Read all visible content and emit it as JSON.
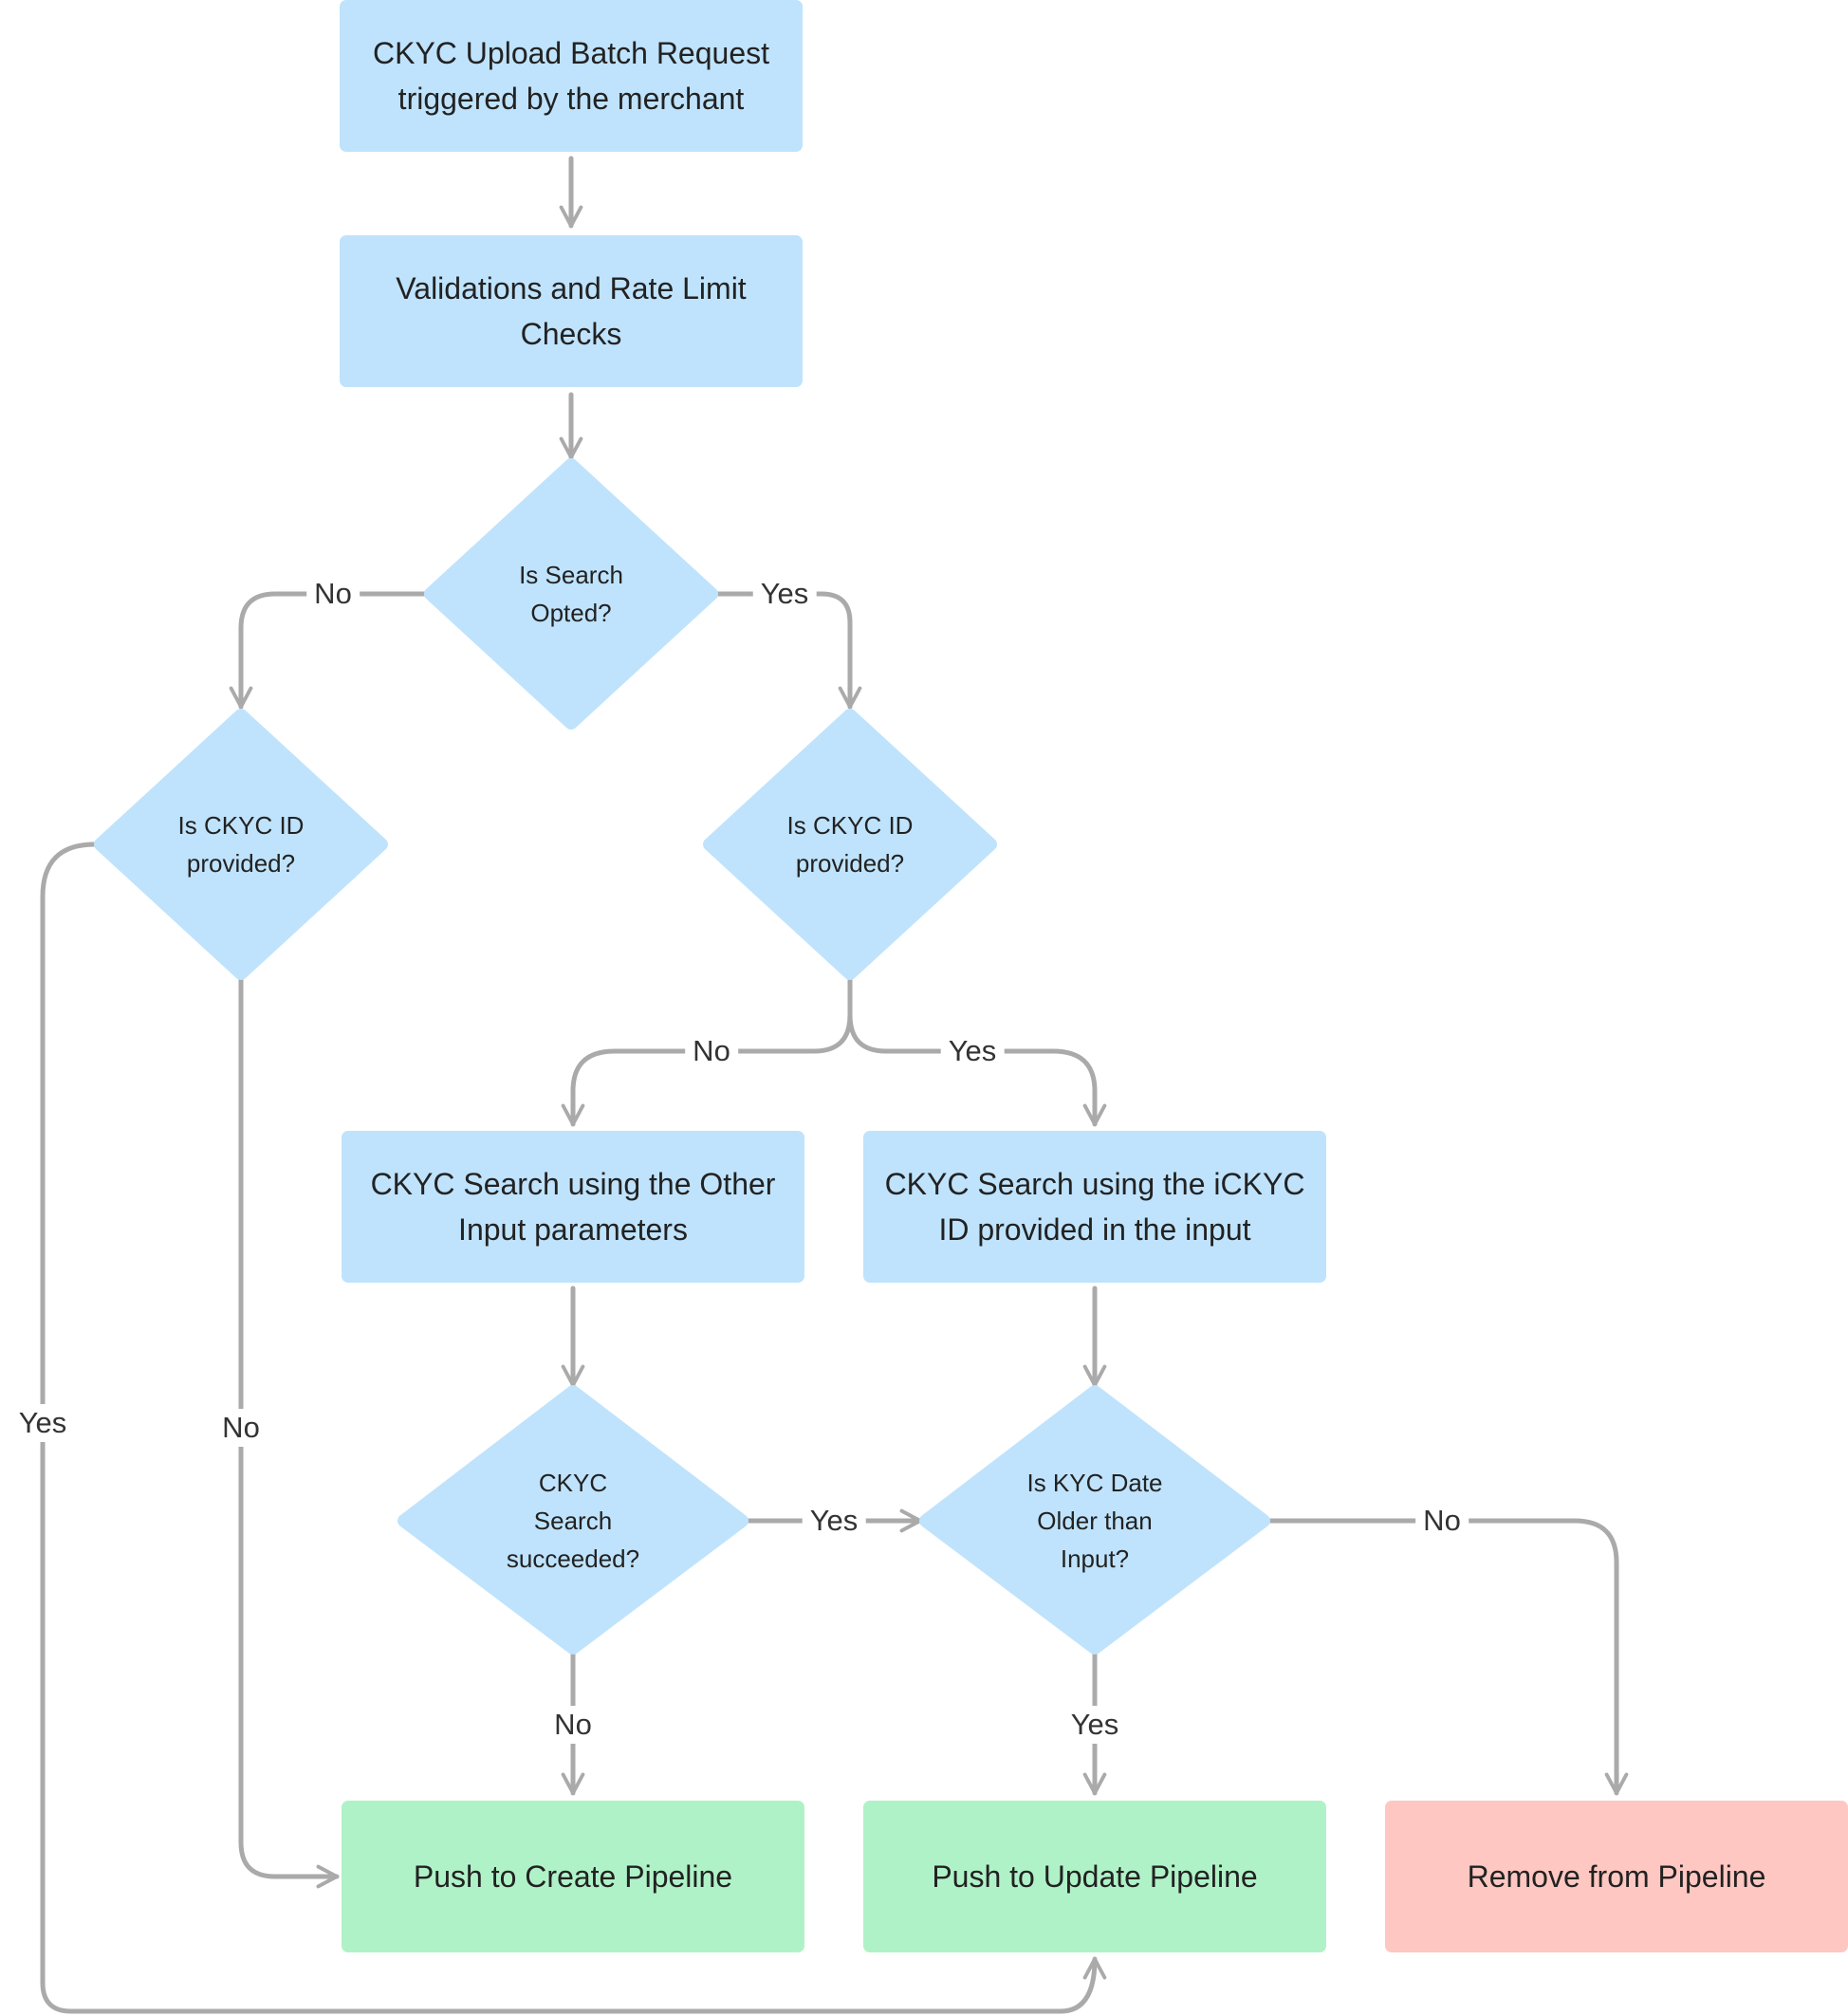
{
  "colors": {
    "process": "#BFE3FC",
    "decision": "#BFE3FC",
    "success": "#B0F2C8",
    "remove": "#FFC7C2",
    "connector": "#AAAAAA",
    "text": "#222222"
  },
  "nodes": {
    "start": "CKYC Upload Batch Request\ntriggered by the merchant",
    "validate": "Validations and Rate Limit\nChecks",
    "search_opted": "Is Search\nOpted?",
    "ckyc_id_left": "Is CKYC ID\nprovided?",
    "ckyc_id_right": "Is CKYC ID\nprovided?",
    "search_other": "CKYC Search using the Other\nInput parameters",
    "search_ickyc": "CKYC Search using the iCKYC\nID provided in the input",
    "search_succeeded": "CKYC\nSearch\nsucceeded?",
    "kyc_date_older": "Is KYC Date\nOlder than\nInput?",
    "push_create": "Push to Create Pipeline",
    "push_update": "Push to Update Pipeline",
    "remove": "Remove from Pipeline"
  },
  "labels": {
    "opted_no": "No",
    "opted_yes": "Yes",
    "right_id_no": "No",
    "right_id_yes": "Yes",
    "left_id_yes": "Yes",
    "left_id_no": "No",
    "succeeded_yes": "Yes",
    "succeeded_no": "No",
    "older_no": "No",
    "older_yes": "Yes"
  }
}
